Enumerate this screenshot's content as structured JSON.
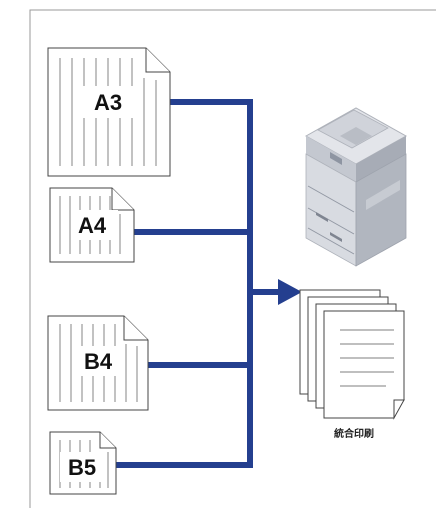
{
  "colors": {
    "connector": "#243f8f",
    "paper_stroke": "#444444",
    "frame": "#999999"
  },
  "paper_labels": {
    "a3": "A3",
    "a4": "A4",
    "b4": "B4",
    "b5": "B5"
  },
  "output_label": "統合印刷",
  "icons": {
    "printer": "multifunction-printer-icon",
    "output": "document-stack-icon"
  }
}
